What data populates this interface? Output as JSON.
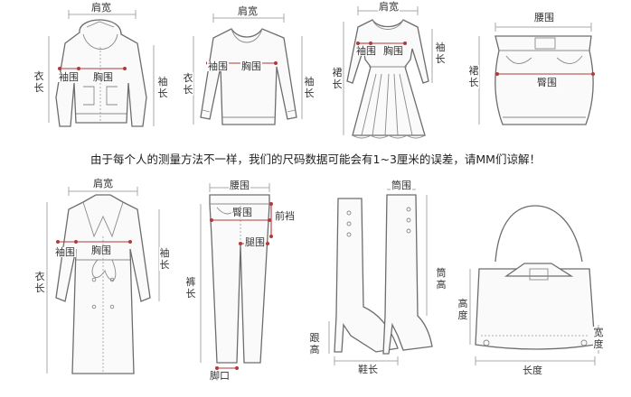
{
  "notice": "由于每个人的测量方法不一样，我们的尺码数据可能会有1~3厘米的误差，请MM们谅解！",
  "colors": {
    "measure": "#b33a3a",
    "outline": "#6d6d6d",
    "guide": "#aaaaaa"
  },
  "diagrams": {
    "hoodie": {
      "shoulder": "肩宽",
      "sleeve": "袖围",
      "chest": "胸围",
      "length": "衣长",
      "sleeve_length": "袖长"
    },
    "sweater": {
      "shoulder": "肩宽",
      "sleeve": "袖围",
      "chest": "胸围",
      "length": "衣长",
      "sleeve_length": "袖长"
    },
    "dress": {
      "shoulder": "肩宽",
      "sleeve": "袖围",
      "chest": "胸围",
      "length": "裙长",
      "sleeve_length": "袖长"
    },
    "skirt": {
      "waist": "腰围",
      "hip": "臀围",
      "length": "裙长"
    },
    "coat": {
      "shoulder": "肩宽",
      "sleeve": "袖围",
      "chest": "胸围",
      "length": "衣长",
      "sleeve_length": "袖长"
    },
    "pants": {
      "waist": "腰围",
      "hip": "臀围",
      "rise": "前裆",
      "thigh": "腿围",
      "length": "裤长",
      "hem": "脚口"
    },
    "boot": {
      "shaft_circ": "筒围",
      "shaft_height": "筒高",
      "heel_height": "跟高",
      "foot_length": "鞋长"
    },
    "bag": {
      "height": "高度",
      "width": "宽度",
      "length": "长度"
    }
  }
}
